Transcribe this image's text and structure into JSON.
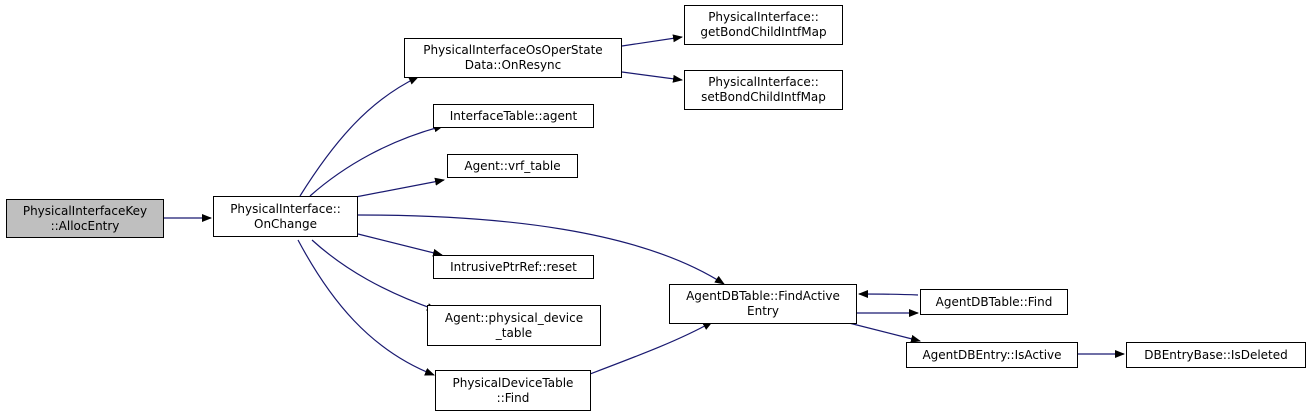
{
  "colors": {
    "edge": "#191970",
    "node_border": "#000000",
    "node_fill": "#ffffff",
    "root_fill": "#bfbfbf"
  },
  "nodes": {
    "root": {
      "line1": "PhysicalInterfaceKey",
      "line2": "::AllocEntry"
    },
    "on_change": {
      "line1": "PhysicalInterface::",
      "line2": "OnChange"
    },
    "on_resync": {
      "line1": "PhysicalInterfaceOsOperState",
      "line2": "Data::OnResync"
    },
    "get_bond": {
      "line1": "PhysicalInterface::",
      "line2": "getBondChildIntfMap"
    },
    "set_bond": {
      "line1": "PhysicalInterface::",
      "line2": "setBondChildIntfMap"
    },
    "itable_agent": {
      "line1": "InterfaceTable::agent"
    },
    "vrf_table": {
      "line1": "Agent::vrf_table"
    },
    "ptr_reset": {
      "line1": "IntrusivePtrRef::reset"
    },
    "phys_dev_table": {
      "line1": "Agent::physical_device",
      "line2": "_table"
    },
    "pdt_find": {
      "line1": "PhysicalDeviceTable",
      "line2": "::Find"
    },
    "find_active": {
      "line1": "AgentDBTable::FindActive",
      "line2": "Entry"
    },
    "adb_find": {
      "line1": "AgentDBTable::Find"
    },
    "is_active": {
      "line1": "AgentDBEntry::IsActive"
    },
    "is_deleted": {
      "line1": "DBEntryBase::IsDeleted"
    }
  }
}
